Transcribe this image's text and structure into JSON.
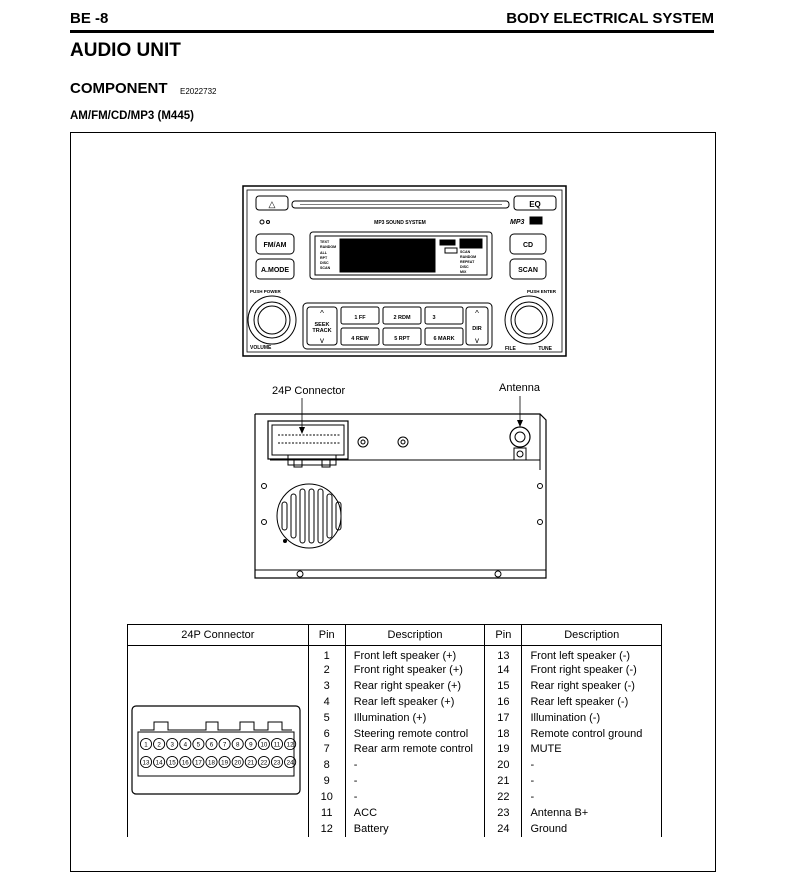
{
  "header": {
    "page": "BE -8",
    "section": "BODY ELECTRICAL SYSTEM"
  },
  "title": "AUDIO UNIT",
  "component": {
    "heading": "COMPONENT",
    "code": "E2022732"
  },
  "subtitle": "AM/FM/CD/MP3 (M445)",
  "diagram": {
    "connector_label": "24P Connector",
    "antenna_label": "Antenna",
    "faceplate": {
      "eject": "△",
      "eq": "EQ",
      "system_name": "MP3 SOUND SYSTEM",
      "fm_am": "FM/AM",
      "a_mode": "A.MODE",
      "cd": "CD",
      "scan": "SCAN",
      "power": "PUSH POWER",
      "volume": "VOLUME",
      "enter": "PUSH ENTER",
      "file": "FILE",
      "tune": "TUNE",
      "seek_track": "SEEK TRACK",
      "dir": "DIR",
      "presets": [
        "1 FF",
        "2 RDM",
        "3",
        "4 REW",
        "5 RPT",
        "6 MARK"
      ],
      "display_left": [
        "TEXT",
        "RANDOM",
        "ALL",
        "RPT",
        "DISC",
        "SCAN"
      ],
      "display_right": [
        "SCAN",
        "RANDOM",
        "REPEAT",
        "DISC",
        "MIX"
      ],
      "mp3_logo": "MP3"
    }
  },
  "pin_table": {
    "headers": [
      "24P Connector",
      "Pin",
      "Description",
      "Pin",
      "Description"
    ],
    "connector_pins_top": [
      "1",
      "2",
      "3",
      "4",
      "5",
      "6",
      "7",
      "8",
      "9",
      "10",
      "11",
      "12"
    ],
    "connector_pins_bottom": [
      "13",
      "14",
      "15",
      "16",
      "17",
      "18",
      "19",
      "20",
      "21",
      "22",
      "23",
      "24"
    ],
    "rows": [
      {
        "pin_a": "1",
        "desc_a": "Front left speaker (+)",
        "pin_b": "13",
        "desc_b": "Front left speaker (-)"
      },
      {
        "pin_a": "2",
        "desc_a": "Front right speaker (+)",
        "pin_b": "14",
        "desc_b": "Front right speaker (-)"
      },
      {
        "pin_a": "3",
        "desc_a": "Rear right speaker (+)",
        "pin_b": "15",
        "desc_b": "Rear right speaker (-)"
      },
      {
        "pin_a": "4",
        "desc_a": "Rear left speaker (+)",
        "pin_b": "16",
        "desc_b": "Rear left speaker (-)"
      },
      {
        "pin_a": "5",
        "desc_a": "Illumination (+)",
        "pin_b": "17",
        "desc_b": "Illumination (-)"
      },
      {
        "pin_a": "6",
        "desc_a": "Steering remote control",
        "pin_b": "18",
        "desc_b": "Remote control ground"
      },
      {
        "pin_a": "7",
        "desc_a": "Rear arm remote control",
        "pin_b": "19",
        "desc_b": "MUTE"
      },
      {
        "pin_a": "8",
        "desc_a": "-",
        "pin_b": "20",
        "desc_b": "-"
      },
      {
        "pin_a": "9",
        "desc_a": "-",
        "pin_b": "21",
        "desc_b": "-"
      },
      {
        "pin_a": "10",
        "desc_a": "-",
        "pin_b": "22",
        "desc_b": "-"
      },
      {
        "pin_a": "11",
        "desc_a": "ACC",
        "pin_b": "23",
        "desc_b": "Antenna B+"
      },
      {
        "pin_a": "12",
        "desc_a": "Battery",
        "pin_b": "24",
        "desc_b": "Ground"
      }
    ]
  }
}
